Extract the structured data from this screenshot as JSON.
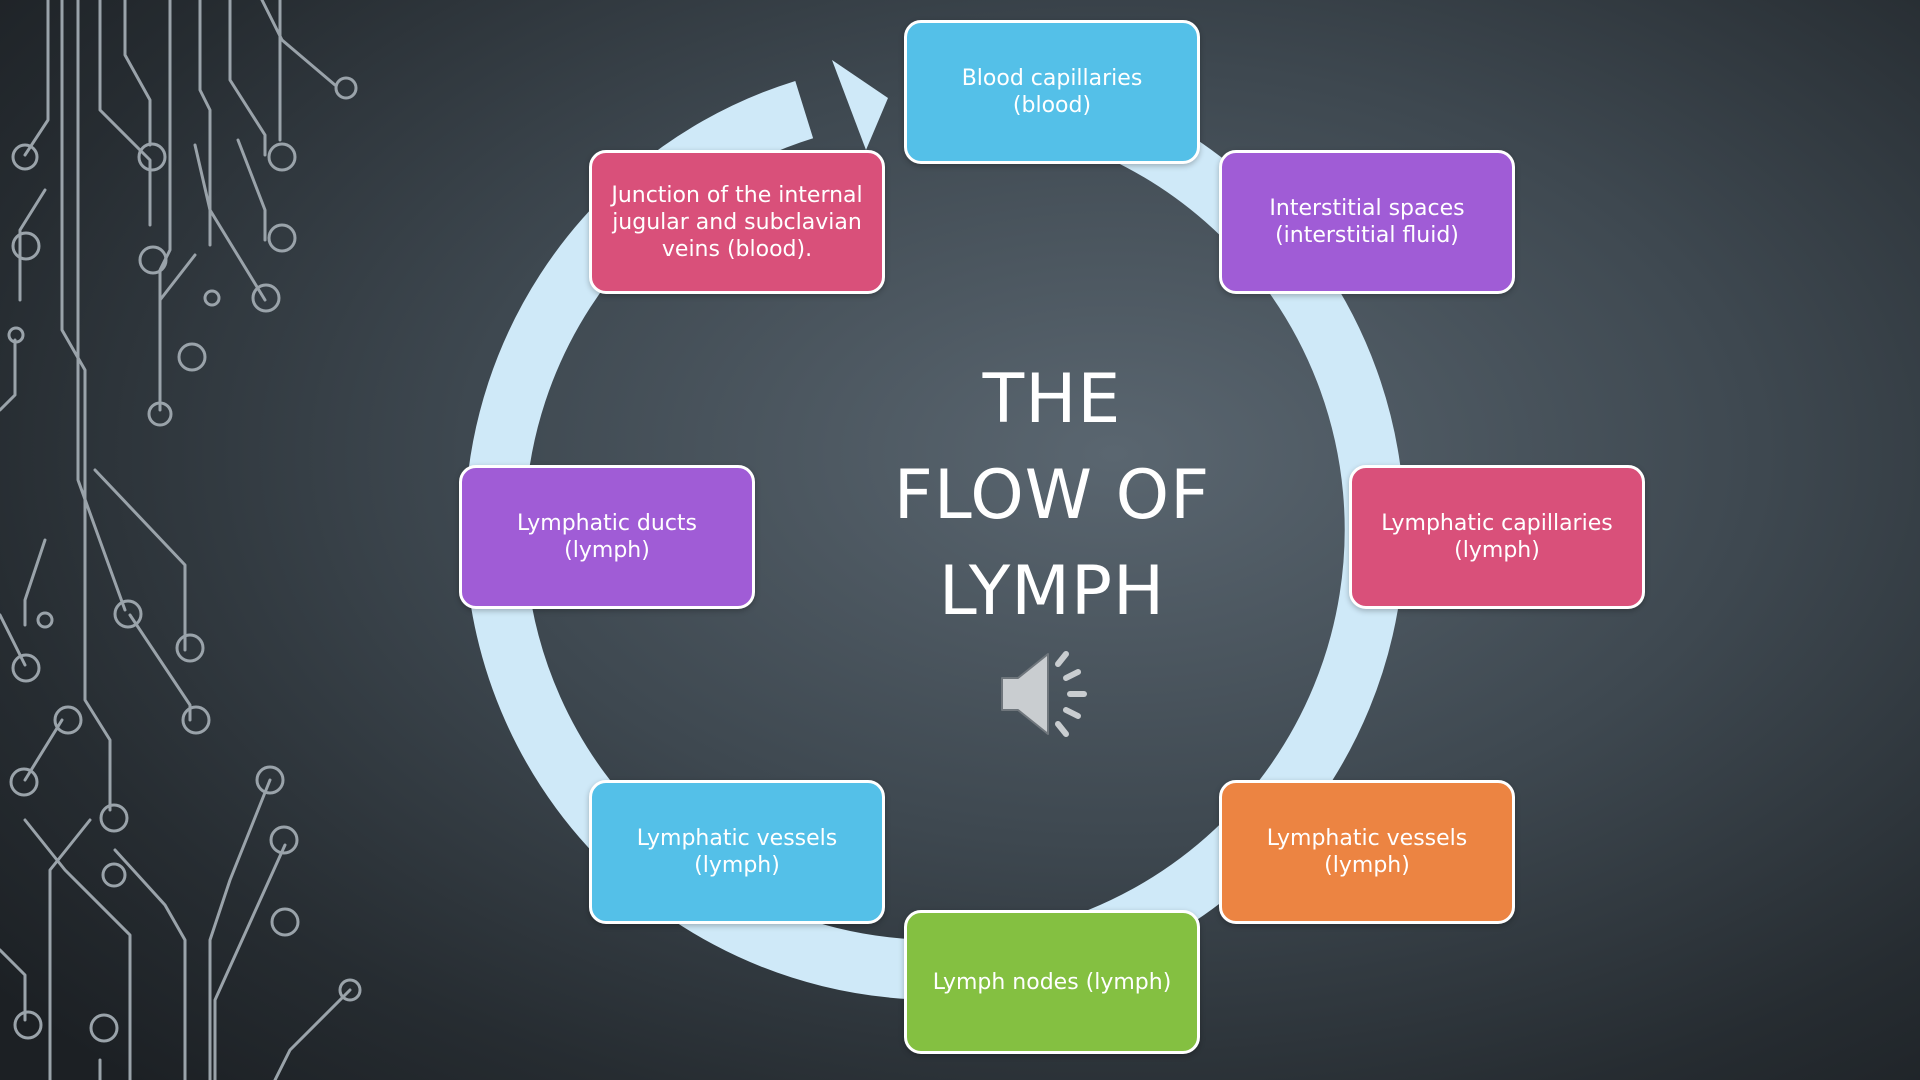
{
  "slide": {
    "title_lines": [
      "THE",
      "FLOW OF",
      "LYMPH"
    ]
  },
  "cycle_nodes": [
    {
      "id": "blood-capillaries",
      "label": "Blood capillaries\n(blood)",
      "color": "#54c0e8"
    },
    {
      "id": "interstitial-spaces",
      "label": "Interstitial spaces\n(interstitial fluid)",
      "color": "#a05cd6"
    },
    {
      "id": "lymphatic-capillaries",
      "label": "Lymphatic capillaries\n(lymph)",
      "color": "#d9507a"
    },
    {
      "id": "lymphatic-vessels-right",
      "label": "Lymphatic vessels\n(lymph)",
      "color": "#ec8442"
    },
    {
      "id": "lymph-nodes",
      "label": "Lymph nodes (lymph)",
      "color": "#84c041"
    },
    {
      "id": "lymphatic-vessels-left",
      "label": "Lymphatic vessels\n(lymph)",
      "color": "#54c0e8"
    },
    {
      "id": "lymphatic-ducts",
      "label": "Lymphatic ducts (lymph)",
      "color": "#a05cd6"
    },
    {
      "id": "junction-veins",
      "label": "Junction of the internal\njugular and subclavian\nveins (blood).",
      "color": "#d9507a"
    }
  ],
  "theme": {
    "ring_color": "#cfe9f8",
    "circuit_color": "#9aa3aa"
  },
  "icons": {
    "audio": "speaker-icon",
    "cycle_arrow": "arrow-head-icon"
  }
}
